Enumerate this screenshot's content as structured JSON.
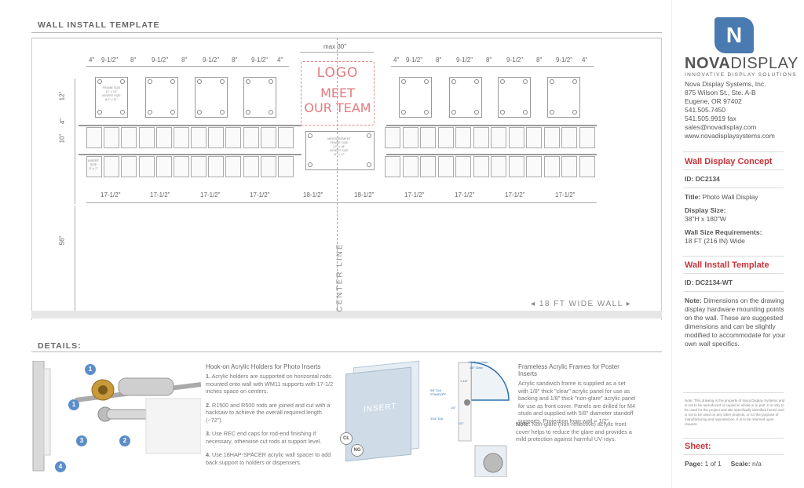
{
  "header": {
    "title": "WALL INSTALL TEMPLATE",
    "details_title": "DETAILS:"
  },
  "drawing": {
    "max_label": "max 30\"",
    "top_dims_left": [
      "4\"",
      "9-1/2\"",
      "8\"",
      "9-1/2\"",
      "8\"",
      "9-1/2\"",
      "8\"",
      "9-1/2\"",
      "4\""
    ],
    "top_dims_right": [
      "4\"",
      "9-1/2\"",
      "8\"",
      "9-1/2\"",
      "8\"",
      "9-1/2\"",
      "8\"",
      "9-1/2\"",
      "4\""
    ],
    "bottom_dims": [
      "17-1/2\"",
      "17-1/2\"",
      "17-1/2\"",
      "17-1/2\"",
      "18-1/2\"",
      "18-1/2\"",
      "17-1/2\"",
      "17-1/2\"",
      "17-1/2\"",
      "17-1/2\""
    ],
    "vert_dims": [
      "12\"",
      "4\"",
      "10\"",
      "56\""
    ],
    "logo_text": [
      "LOGO",
      "MEET",
      "OUR TEAM"
    ],
    "frame_note_1": [
      "FRAME SIZE",
      "11\" x 14\"",
      "INSERT SIZE",
      "8.5\" x 11\""
    ],
    "frame_note_2": [
      "MEASUREMENT",
      "FRAME SIZE",
      "12\" x 18\"",
      "INSERT SIZE",
      "11\" x 17\""
    ],
    "insert_note": [
      "INSERT",
      "SIZE",
      "5\" x 7\""
    ],
    "center_line": "CENTER LINE",
    "wall_label": "18 FT WIDE WALL"
  },
  "brand": {
    "name_bold": "NOVA",
    "name_light": "DISPLAY",
    "tagline": "INNOVATIVE DISPLAY SOLUTIONS",
    "address": [
      "Nova Display Systems, Inc.",
      "875 Wilson St., Ste. A-B",
      "Eugene, OR 97402",
      "541.505.7450",
      "541.505.9919 fax",
      "sales@novadisplay.com",
      "www.novadisplaysystems.com"
    ]
  },
  "concept": {
    "heading": "Wall Display Concept",
    "id_label": "ID:",
    "id_value": "DC2134",
    "title_label": "Title:",
    "title_value": "Photo Wall Display",
    "size_label": "Display Size:",
    "size_value": "38\"H x 180\"W",
    "req_label": "Wall Size Requirements:",
    "req_value": "18 FT (216 IN) Wide"
  },
  "template": {
    "heading": "Wall Install Template",
    "id_label": "ID:",
    "id_value": "DC2134-WT",
    "note_label": "Note:",
    "note_text": "Dimensions on the drawing display hardware mounting points on the wall. These are suggested dimensions and can be slightly modified to accommodate for your own wall specifics."
  },
  "legal": "Note: This drawing is the property of Nova Display Systems and is not to be reproduced or copied in whole or in part. It is only to be used for the project and site specifically identified herein and is not to be used on any other projects, or for the purpose of manufacturing and reproduction. It is to be returned upon request.",
  "sheet": {
    "heading": "Sheet:",
    "page_label": "Page:",
    "page_value": "1 of 1",
    "scale_label": "Scale:",
    "scale_value": "n/a"
  },
  "detail1": {
    "heading": "Hook-on Acrylic Holders for Photo Inserts",
    "items": [
      {
        "num": "1.",
        "text": "Acrylic holders are supported on horizontal rods mounted onto wall with WM11 supports with 17-1/2 inches space on centers."
      },
      {
        "num": "2.",
        "text": "R1500 and R500 rods are joined and cut with a hacksaw to achieve the overall required length (~72\")."
      },
      {
        "num": "3.",
        "text": "Use REC end caps for rod-end finishing if necessary, otherwise cut rods at support level."
      },
      {
        "num": "4.",
        "text": "Use 18HAP-SPACER acrylic wall spacer to add back support to holders or dispensers."
      }
    ],
    "callouts": [
      "1",
      "1",
      "2",
      "3",
      "4"
    ]
  },
  "detail2": {
    "heading": "Frameless Acrylic Frames for Poster Inserts",
    "text": "Acrylic sandwich frame is supplied as a set with 1/8\" thick \"clear\" acrylic panel for use as backing and 1/8\" thick \"non-glare\" acrylic panel for use as front cover. Panels are drilled for M4 studs and supplied with 5/8\" diameter standoff supports. Projection from wall = 1/2\".",
    "note_label": "Note:",
    "note_text": "Non-glare (non-reflective) acrylic front cover helps to reduce the glare and provides a mild protection against harmful UV rays.",
    "insert_label": "INSERT",
    "tag_cl": "CL",
    "tag_ng": "NG",
    "dims": [
      "1/8\" Non-Glare",
      "1/8\" Clear",
      "1-1/4\"",
      "5/8\" DIA STANDOFF",
      "1/4\"",
      "3/16\" DIA",
      "1/2\""
    ]
  }
}
